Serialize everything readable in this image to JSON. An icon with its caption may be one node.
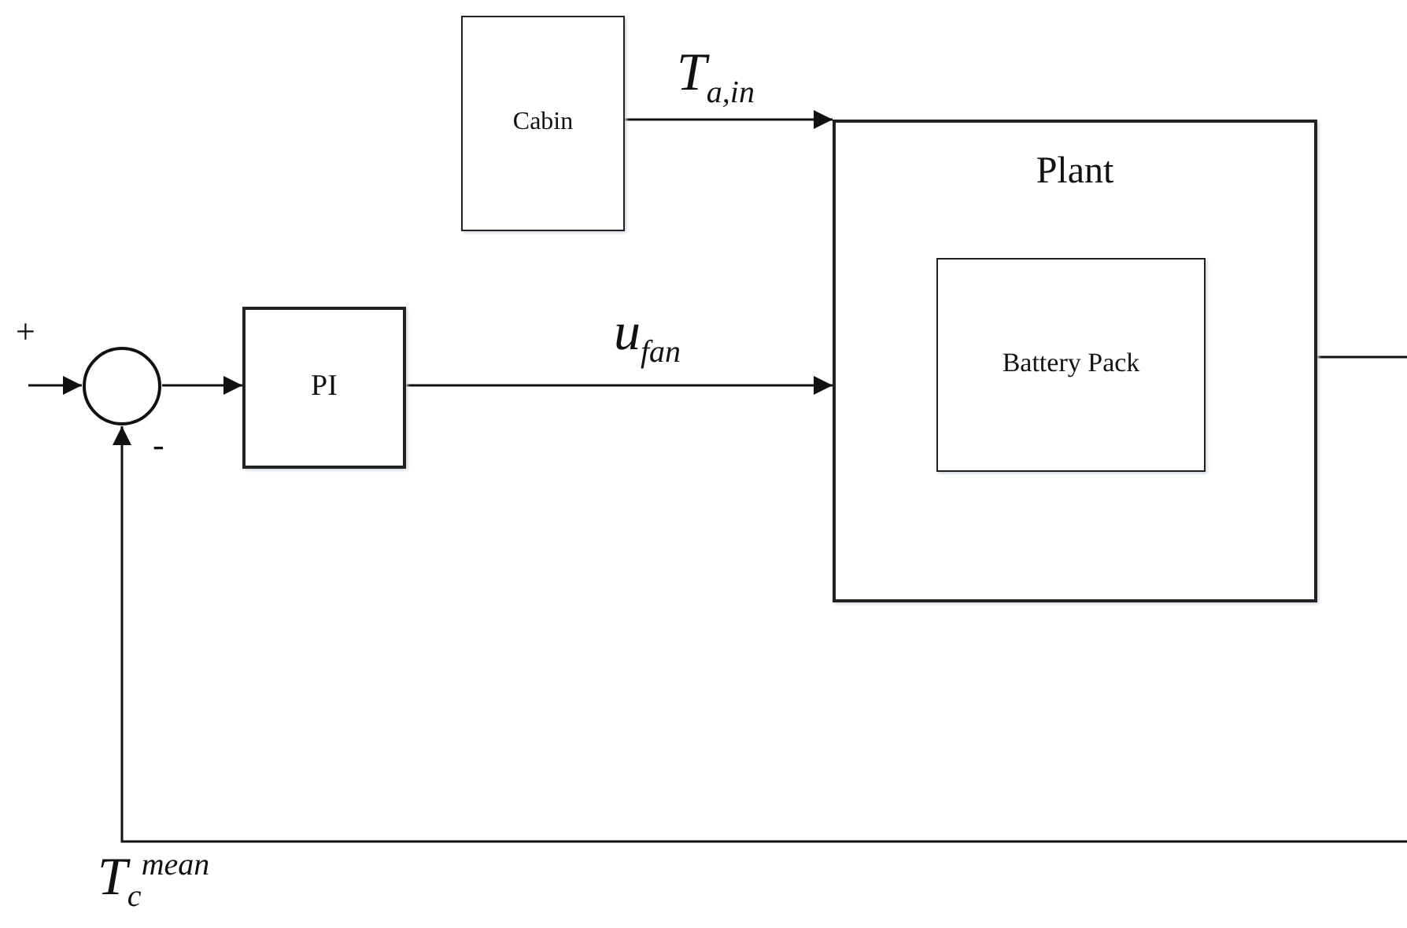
{
  "diagram": {
    "nodes": [
      {
        "text": [
          "Cabin"
        ]
      },
      {
        "text": [
          "Plant"
        ]
      },
      {
        "text": [
          "Battery Pack"
        ],
        "in": 1
      },
      {
        "text": [],
        "shape": "circle"
      },
      {
        "text": [
          "PI"
        ]
      }
    ],
    "edges": [
      {
        "from": 0,
        "to": 1,
        "arrow": "to",
        "label": "T$_{a,in}$"
      },
      {
        "from": null,
        "to": 3,
        "arrow": "to"
      },
      {
        "from": 3,
        "to": 4,
        "arrow": "to"
      },
      {
        "from": 4,
        "to": 1,
        "arrow": "to",
        "label": "u$_{fan}$"
      },
      {
        "from": 1,
        "to": 3,
        "arrow": "to",
        "label": "T$_{c}$$^{mean}$"
      }
    ],
    "labels": [
      "+",
      "-"
    ]
  }
}
